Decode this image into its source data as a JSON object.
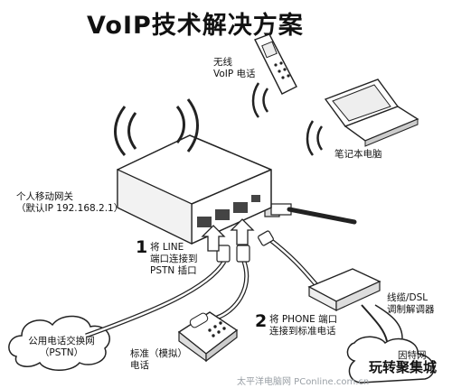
{
  "title": "VoIP技术解决方案",
  "labels": {
    "wireless_phone_line1": "无线",
    "wireless_phone_line2": "VoIP 电话",
    "laptop": "笔记本电脑",
    "router_line1": "个人移动网关",
    "router_line2": "（默认IP 192.168.2.1）",
    "step1_number": "1",
    "step1_line1": "将 LINE",
    "step1_line2": "端口连接到",
    "step1_line3": "PSTN 插口",
    "step2_number": "2",
    "step2_line1": "将 PHONE 端口",
    "step2_line2": "连接到标准电话",
    "modem_line1": "线缆/DSL",
    "modem_line2": "调制解调器",
    "pstn_line1": "公用电话交换网",
    "pstn_line2": "（PSTN）",
    "phone_line1": "标准（模拟）",
    "phone_line2": "电话",
    "internet": "因特网"
  },
  "watermark": {
    "site": "太平洋电脑网 PConline.com.cn",
    "tag": "玩转聚集城"
  }
}
